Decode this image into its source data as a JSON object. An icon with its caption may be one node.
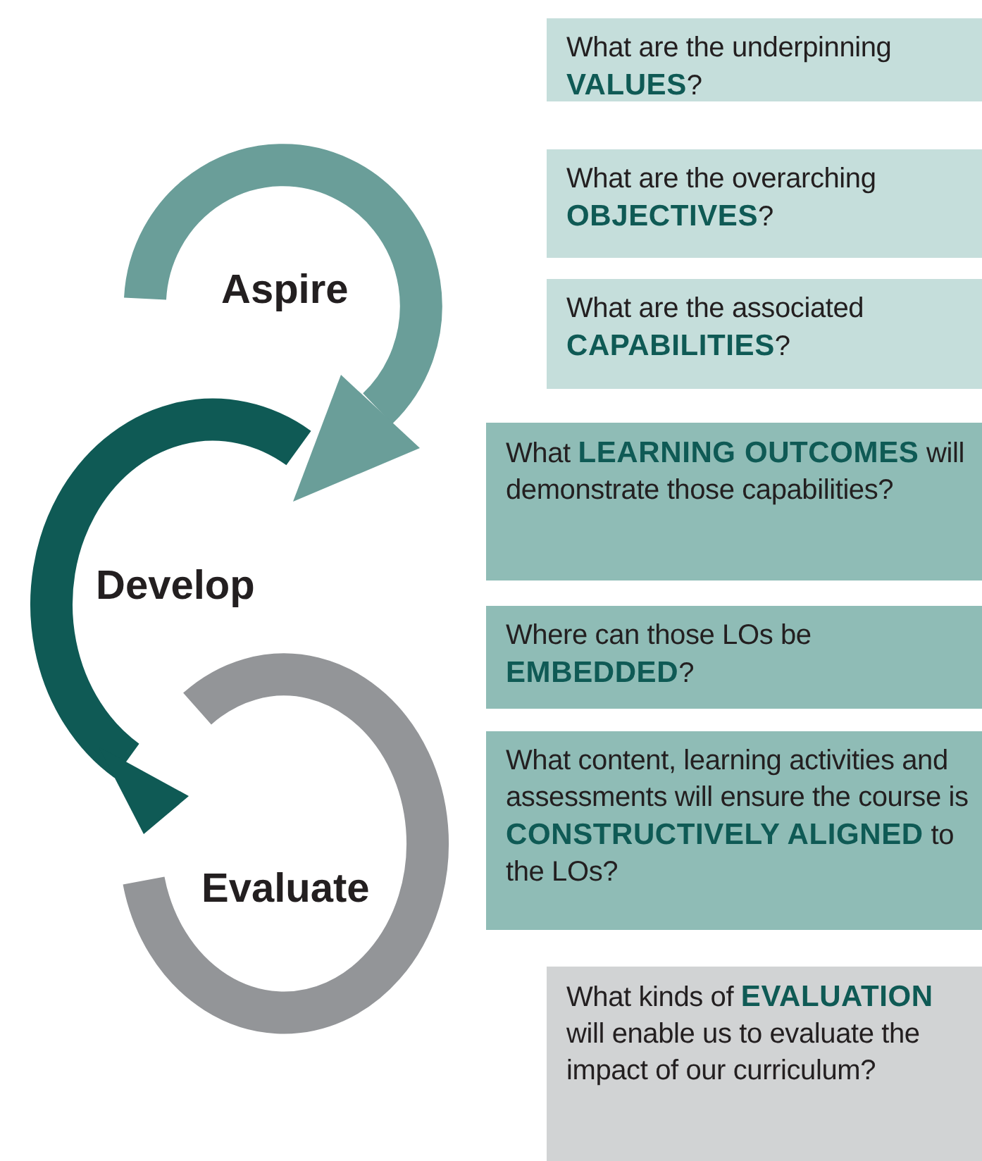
{
  "diagram": {
    "nodes": [
      {
        "text": [
          "Aspire"
        ]
      },
      {
        "text": [
          "Develop"
        ]
      },
      {
        "text": [
          "Evaluate"
        ]
      },
      {
        "text": [
          "What are the underpinning **VALUES**?"
        ]
      },
      {
        "text": [
          "What are the overarching **OBJECTIVES**?"
        ]
      },
      {
        "text": [
          "What are the associated **CAPABILITIES**?"
        ]
      },
      {
        "text": [
          "What **LEARNING OUTCOMES** will demonstrate those capabilities?"
        ]
      },
      {
        "text": [
          "Where can those LOs be **EMBEDDED**?"
        ]
      },
      {
        "text": [
          "What content, learning activities and assessments will ensure the course is **CONSTRUCTIVELY ALIGNED** to the LOs?"
        ]
      },
      {
        "text": [
          "What kinds of **EVALUATION** will enable us to evaluate the impact of our curriculum?"
        ]
      }
    ]
  }
}
